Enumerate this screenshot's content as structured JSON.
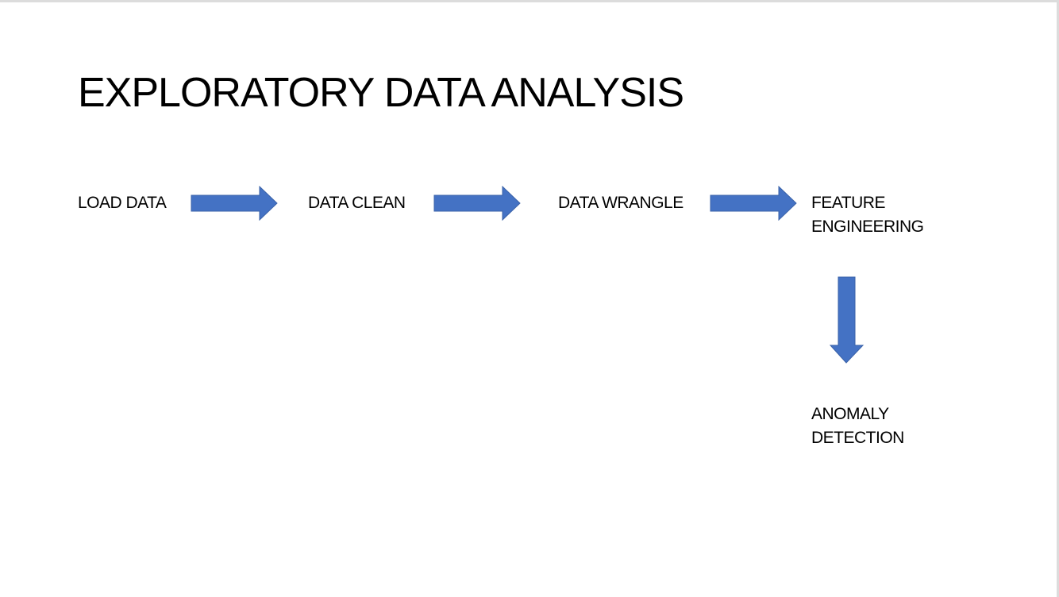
{
  "slide": {
    "title": "EXPLORATORY DATA ANALYSIS"
  },
  "flow": {
    "arrow_color": "#4472C4",
    "nodes": [
      {
        "id": "load-data",
        "lines": [
          "LOAD DATA"
        ]
      },
      {
        "id": "data-clean",
        "lines": [
          "DATA CLEAN"
        ]
      },
      {
        "id": "data-wrangle",
        "lines": [
          "DATA WRANGLE"
        ]
      },
      {
        "id": "feature-engineering",
        "lines": [
          "FEATURE",
          "ENGINEERING"
        ]
      },
      {
        "id": "anomaly-detection",
        "lines": [
          "ANOMALY",
          "DETECTION"
        ]
      }
    ],
    "arrows": [
      {
        "from": "load-data",
        "to": "data-clean",
        "direction": "right"
      },
      {
        "from": "data-clean",
        "to": "data-wrangle",
        "direction": "right"
      },
      {
        "from": "data-wrangle",
        "to": "feature-engineering",
        "direction": "right"
      },
      {
        "from": "feature-engineering",
        "to": "anomaly-detection",
        "direction": "down"
      }
    ]
  }
}
